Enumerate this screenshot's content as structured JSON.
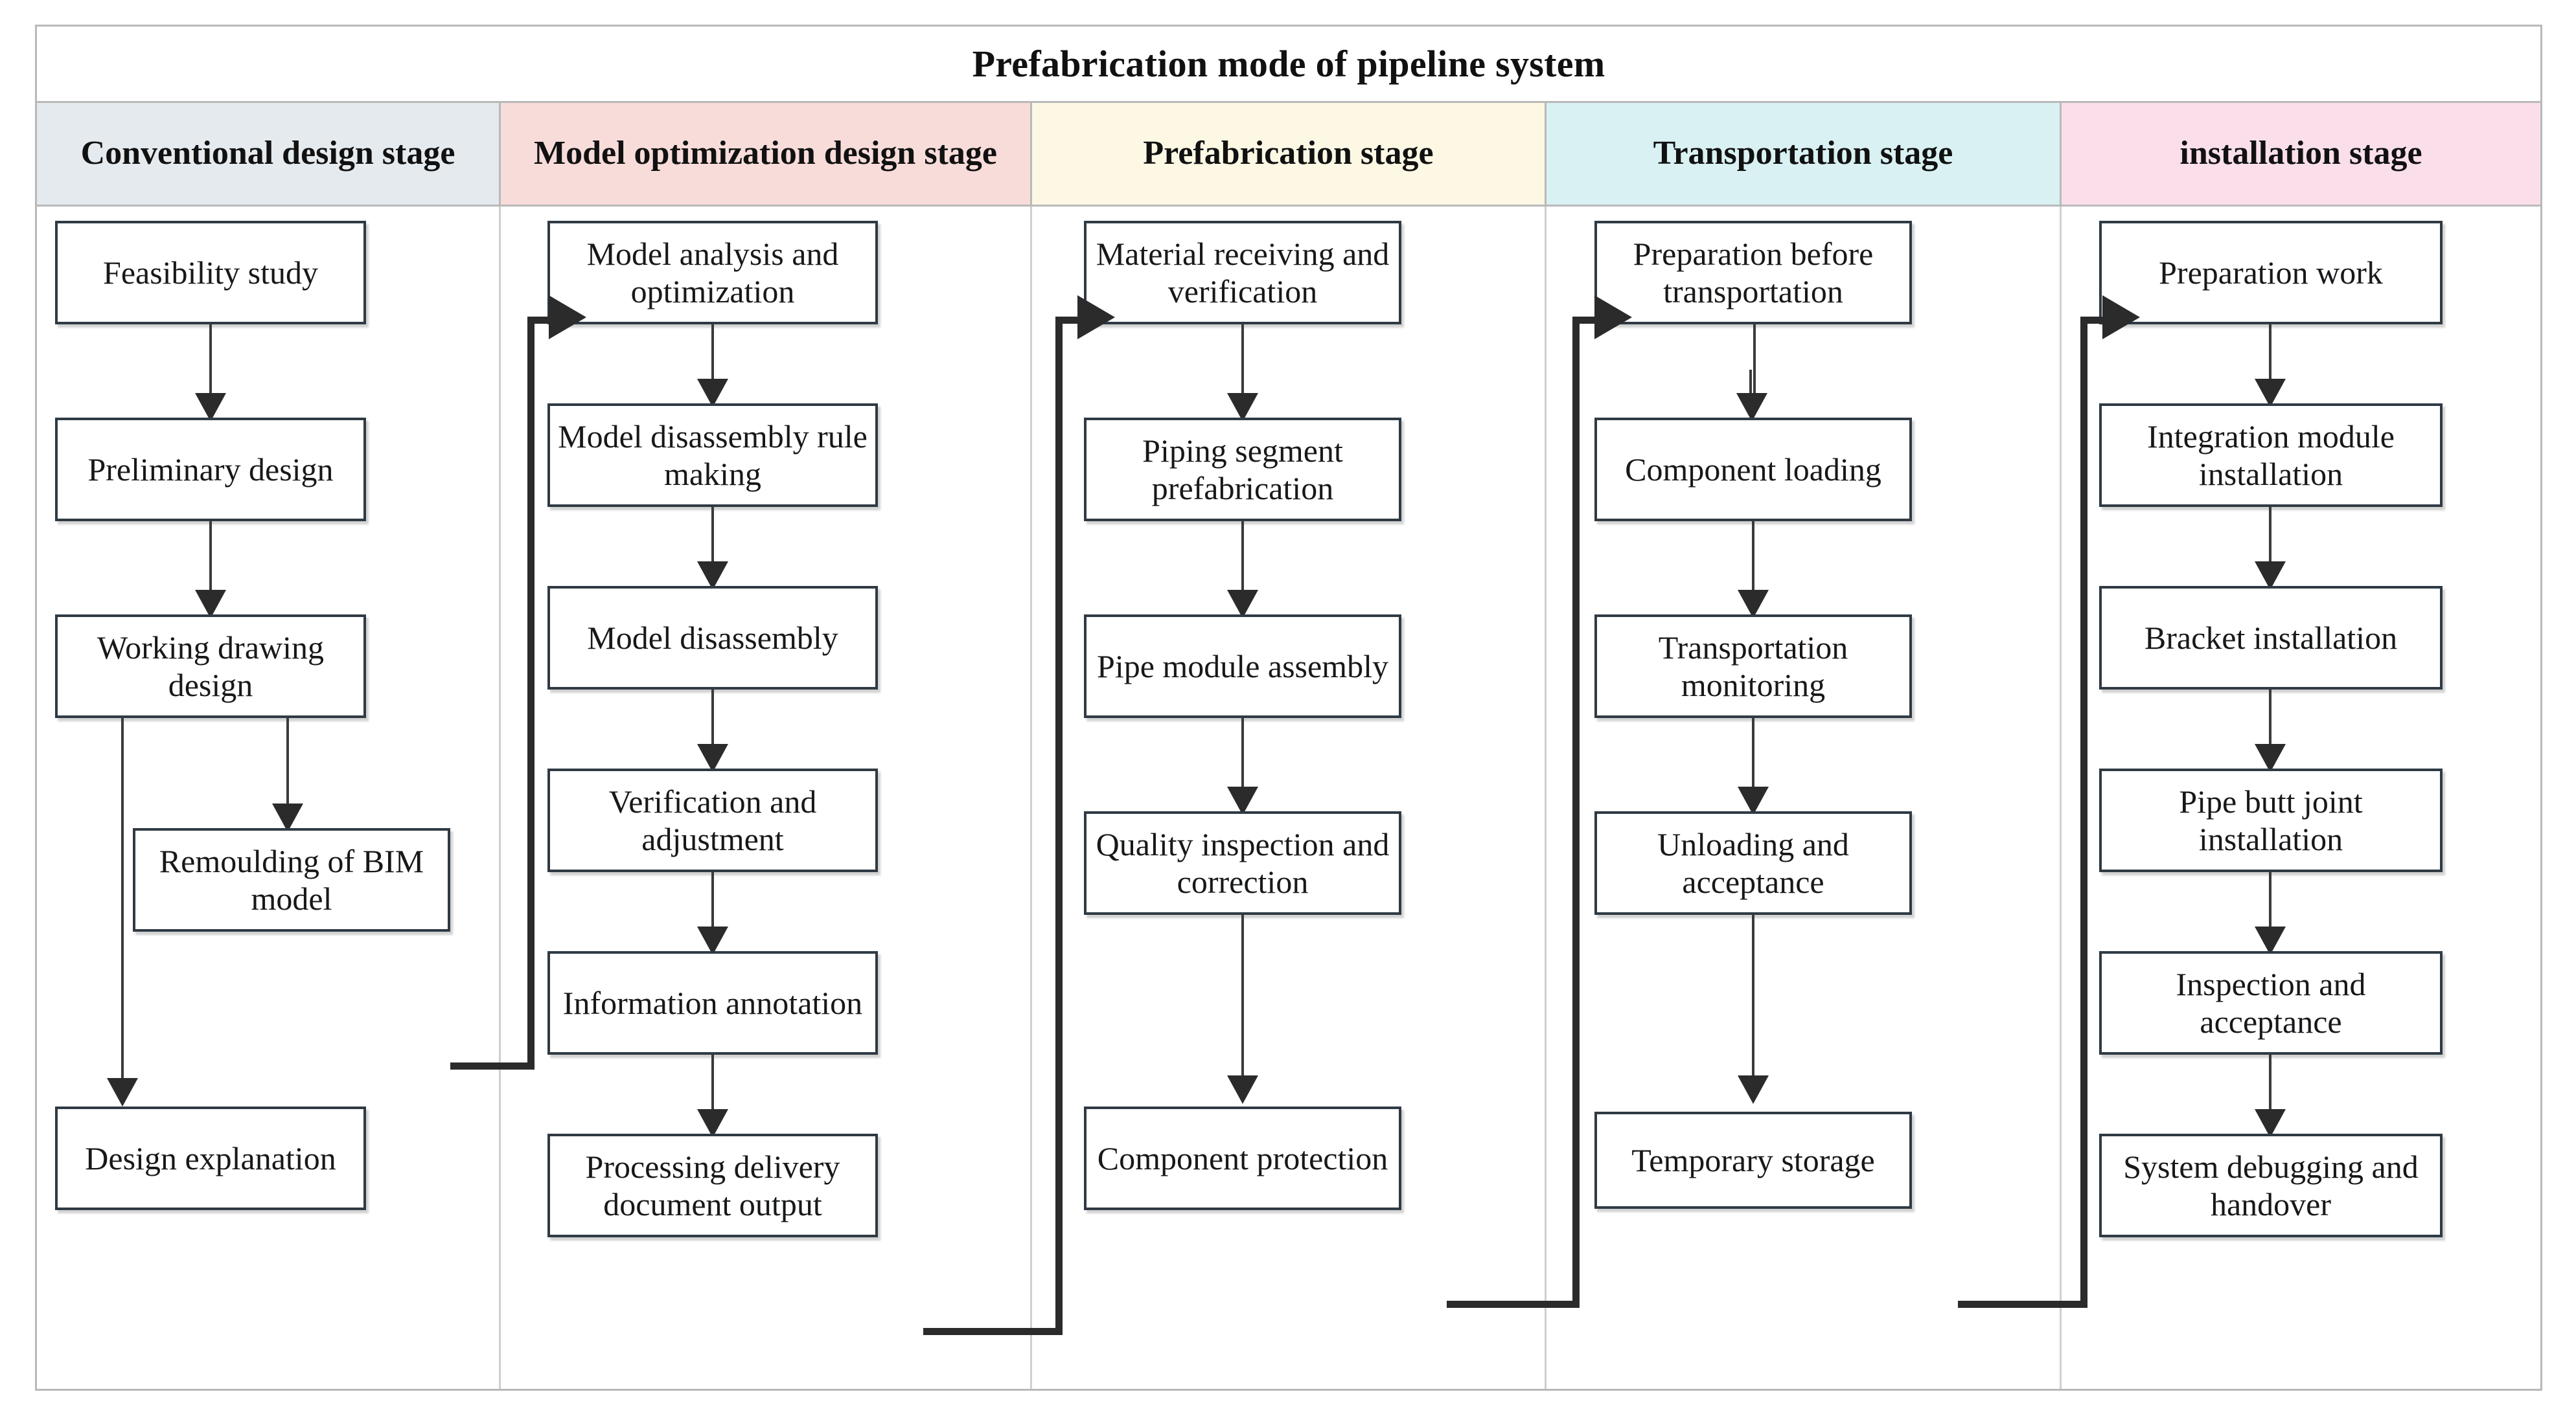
{
  "title": "Prefabrication mode of pipeline system",
  "columns": [
    {
      "id": "conventional-design-stage",
      "header": "Conventional design stage",
      "header_color": "#e4eaee",
      "nodes": [
        "Feasibility study",
        "Preliminary design",
        "Working drawing design",
        "Remoulding of BIM model",
        "Design explanation"
      ]
    },
    {
      "id": "model-optimization-design-stage",
      "header": "Model optimization design stage",
      "header_color": "#f7dcda",
      "nodes": [
        "Model analysis and optimization",
        "Model disassembly rule making",
        "Model disassembly",
        "Verification and adjustment",
        "Information annotation",
        "Processing delivery document output"
      ]
    },
    {
      "id": "prefabrication-stage",
      "header": "Prefabrication stage",
      "header_color": "#fcf8e4",
      "nodes": [
        "Material receiving and verification",
        "Piping segment prefabrication",
        "Pipe module assembly",
        "Quality inspection and correction",
        "Component protection"
      ]
    },
    {
      "id": "transportation-stage",
      "header": "Transportation stage",
      "header_color": "#d9f1f2",
      "nodes": [
        "Preparation before transportation",
        "Component loading",
        "Transportation monitoring",
        "Unloading and acceptance",
        "Temporary storage"
      ]
    },
    {
      "id": "installation-stage",
      "header": "installation stage",
      "header_color": "#fadfeb",
      "nodes": [
        "Preparation work",
        "Integration module installation",
        "Bracket installation",
        "Pipe butt joint installation",
        "Inspection and acceptance",
        "System debugging and handover"
      ]
    }
  ],
  "chart_data": {
    "type": "diagram",
    "diagram_kind": "swimlane-flowchart",
    "title": "Prefabrication mode of pipeline system",
    "lanes": [
      "Conventional design stage",
      "Model optimization design stage",
      "Prefabrication stage",
      "Transportation stage",
      "installation stage"
    ],
    "edges": [
      {
        "from": "Feasibility study",
        "to": "Preliminary design",
        "style": "thin-vertical"
      },
      {
        "from": "Preliminary design",
        "to": "Working drawing design",
        "style": "thin-vertical"
      },
      {
        "from": "Working drawing design",
        "to": "Remoulding of BIM model",
        "style": "thin-vertical"
      },
      {
        "from": "Working drawing design",
        "to": "Design explanation",
        "style": "thin-vertical-left"
      },
      {
        "from": "Remoulding of BIM model",
        "to": "Model analysis and optimization",
        "style": "thick-elbow-right-up"
      },
      {
        "from": "Model analysis and optimization",
        "to": "Model disassembly rule making",
        "style": "thin-vertical"
      },
      {
        "from": "Model disassembly rule making",
        "to": "Model disassembly",
        "style": "thin-vertical"
      },
      {
        "from": "Model disassembly",
        "to": "Verification and adjustment",
        "style": "thin-vertical"
      },
      {
        "from": "Verification and adjustment",
        "to": "Information annotation",
        "style": "thin-vertical"
      },
      {
        "from": "Information annotation",
        "to": "Processing delivery document output",
        "style": "thin-vertical"
      },
      {
        "from": "Processing delivery document output",
        "to": "Material receiving and verification",
        "style": "thick-elbow-right-up"
      },
      {
        "from": "Material receiving and verification",
        "to": "Piping segment prefabrication",
        "style": "thin-vertical"
      },
      {
        "from": "Piping segment prefabrication",
        "to": "Pipe module assembly",
        "style": "thin-vertical"
      },
      {
        "from": "Pipe module assembly",
        "to": "Quality inspection and correction",
        "style": "thin-vertical"
      },
      {
        "from": "Quality inspection and correction",
        "to": "Component protection",
        "style": "thin-vertical"
      },
      {
        "from": "Component protection",
        "to": "Preparation before transportation",
        "style": "thick-elbow-right-up"
      },
      {
        "from": "Preparation before transportation",
        "to": "Component loading",
        "style": "thin-vertical"
      },
      {
        "from": "Component loading",
        "to": "Transportation monitoring",
        "style": "thin-vertical"
      },
      {
        "from": "Transportation monitoring",
        "to": "Unloading and acceptance",
        "style": "thin-vertical"
      },
      {
        "from": "Unloading and acceptance",
        "to": "Temporary storage",
        "style": "thin-vertical"
      },
      {
        "from": "Temporary storage",
        "to": "Preparation work",
        "style": "thick-elbow-right-up"
      },
      {
        "from": "Preparation work",
        "to": "Integration module installation",
        "style": "thin-vertical"
      },
      {
        "from": "Integration module installation",
        "to": "Bracket installation",
        "style": "thin-vertical"
      },
      {
        "from": "Bracket installation",
        "to": "Pipe butt joint installation",
        "style": "thin-vertical"
      },
      {
        "from": "Pipe butt joint installation",
        "to": "Inspection and acceptance",
        "style": "thin-vertical"
      },
      {
        "from": "Inspection and acceptance",
        "to": "System debugging and handover",
        "style": "thin-vertical"
      }
    ]
  }
}
